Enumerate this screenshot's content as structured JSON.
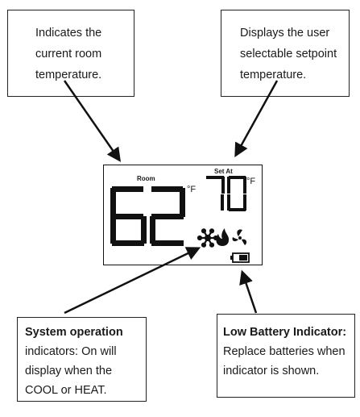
{
  "callouts": {
    "room": {
      "line1": "Indicates the",
      "line2": "current room",
      "line3": "temperature."
    },
    "setpoint": {
      "line1": "Displays the user",
      "line2": "selectable setpoint",
      "line3": "temperature."
    },
    "system": {
      "title": "System operation",
      "line1": "indicators: On will",
      "line2": "display when the",
      "line3": "COOL or HEAT."
    },
    "battery": {
      "title": "Low Battery Indicator:",
      "line1": "Replace batteries when",
      "line2": "indicator is shown."
    }
  },
  "display": {
    "room_label": "Room",
    "set_label": "Set At",
    "room_temp": "62",
    "set_temp": "70",
    "unit_room": "°F",
    "unit_set": "°F",
    "icons": [
      "snowflake-icon",
      "flame-icon",
      "fan-icon",
      "battery-icon"
    ]
  },
  "colors": {
    "ink": "#111111",
    "background": "#ffffff"
  }
}
